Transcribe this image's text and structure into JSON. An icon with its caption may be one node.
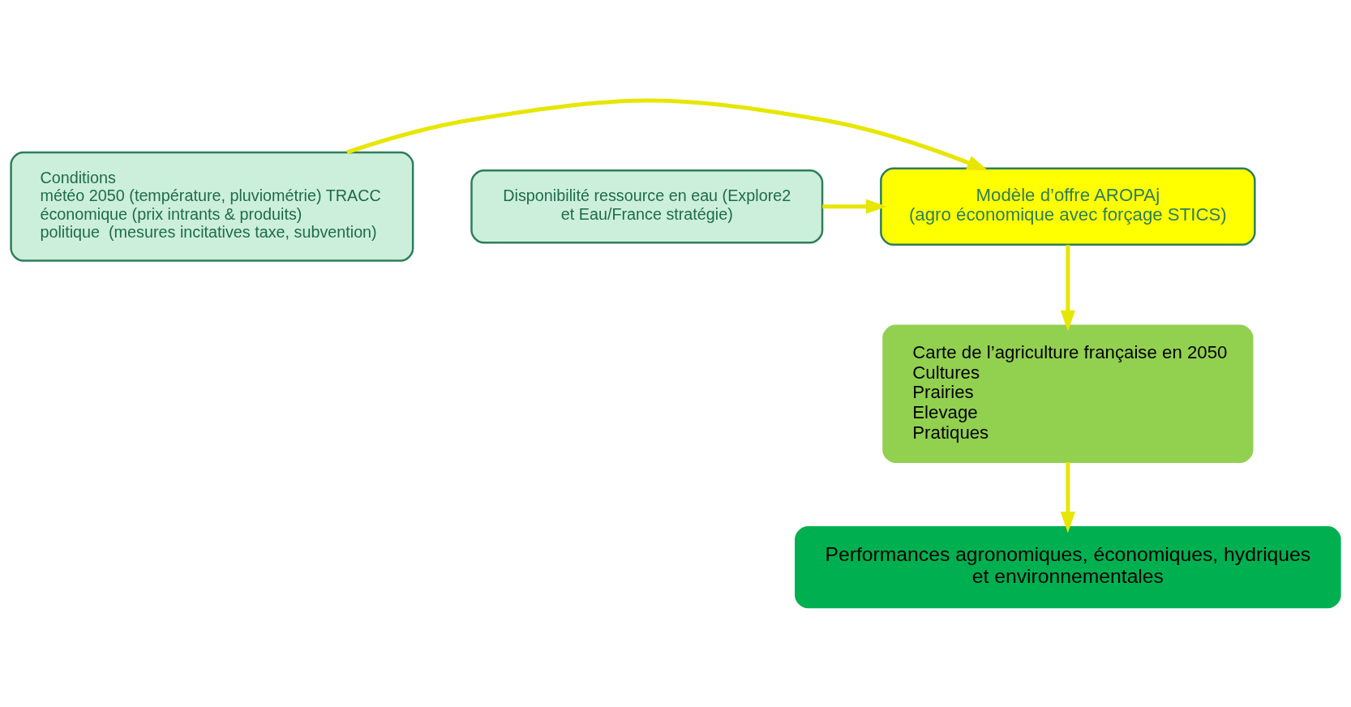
{
  "diagram": {
    "nodes": [
      {
        "text": [
          "Carte de l’agriculture française en 2050",
          "Cultures",
          "Prairies",
          "Elevage",
          "Pratiques"
        ]
      },
      {
        "text": [
          "Modèle d’offre AROPAj",
          "(agro économique avec forçage STICS)"
        ]
      },
      {
        "text": [
          "Conditions",
          "météo 2050 (température, pluviométrie) TRACC",
          "économique (prix intrants & produits)",
          "politique  (mesures incitatives taxe, subvention)"
        ]
      },
      {
        "text": [
          "Disponibilité ressource en eau (Explore2 et Eau/France stratégie)"
        ]
      },
      {
        "text": [
          "Performances agronomiques, économiques, hydriques et environnementales"
        ]
      }
    ],
    "edges": [
      {
        "from": 1,
        "to": 0,
        "arrow": "to"
      },
      {
        "from": 0,
        "to": 4,
        "arrow": "to"
      },
      {
        "from": 2,
        "to": 1,
        "arrow": "to"
      },
      {
        "from": 3,
        "to": 1,
        "arrow": "to"
      }
    ]
  }
}
